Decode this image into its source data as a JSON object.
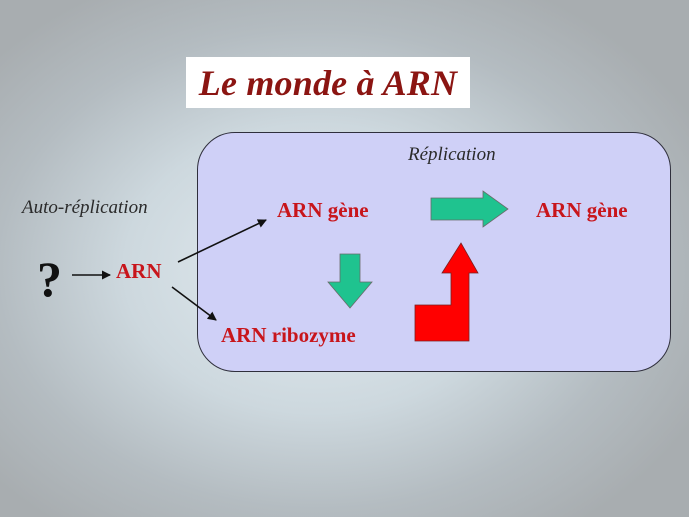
{
  "title": "Le monde à ARN",
  "labels": {
    "replication": "Réplication",
    "auto_replication": "Auto-réplication",
    "question_mark": "?",
    "arn": "ARN",
    "arn_gene_left": "ARN gène",
    "arn_gene_right": "ARN gène",
    "arn_ribozyme": "ARN ribozyme"
  },
  "colors": {
    "title": "#8b1512",
    "red_text": "#c8151b",
    "panel": "#cfd0f7",
    "green_arrow": "#1fc38f",
    "red_arrow": "#ff0000"
  }
}
